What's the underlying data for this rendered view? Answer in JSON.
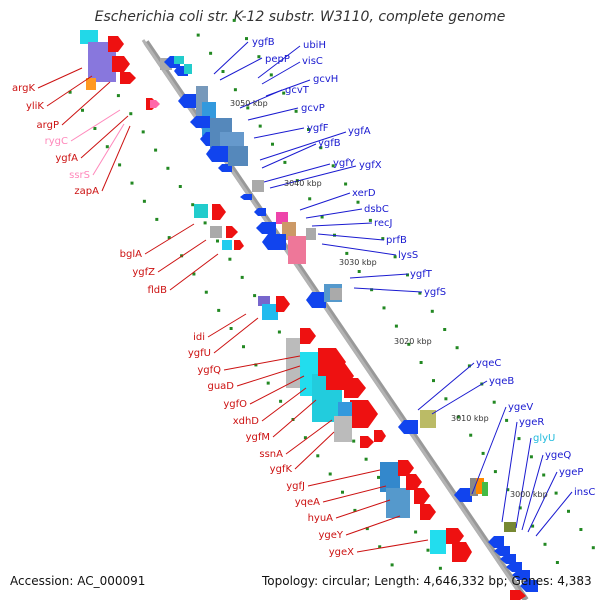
{
  "title": "Escherichia coli str. K-12 substr. W3110, complete genome",
  "accession": "Accession: AC_000091",
  "summary": "Topology: circular; Length: 4,646,332 bp; Genes: 4,383",
  "kbp_labels": [
    "3050 kbp",
    "3040 kbp",
    "3030 kbp",
    "3020 kbp",
    "3010 kbp",
    "3000 kbp"
  ],
  "colors": {
    "forward_label": "#1a1ad0",
    "reverse_label": "#cc1111",
    "rna_label": "#ff88bb",
    "trna_label": "#22bbdd"
  },
  "right_labels": [
    {
      "text": "ygfB",
      "color": "blue"
    },
    {
      "text": "pepP",
      "color": "blue"
    },
    {
      "text": "ubiH",
      "color": "blue"
    },
    {
      "text": "visC",
      "color": "blue"
    },
    {
      "text": "gcvH",
      "color": "blue"
    },
    {
      "text": "gcvT",
      "color": "blue"
    },
    {
      "text": "gcvP",
      "color": "blue"
    },
    {
      "text": "ygfF",
      "color": "blue"
    },
    {
      "text": "ygfA",
      "color": "blue"
    },
    {
      "text": "ygfB",
      "color": "blue"
    },
    {
      "text": "ygfY",
      "color": "blue"
    },
    {
      "text": "ygfX",
      "color": "blue"
    },
    {
      "text": "xerD",
      "color": "blue"
    },
    {
      "text": "dsbC",
      "color": "blue"
    },
    {
      "text": "recJ",
      "color": "blue"
    },
    {
      "text": "prfB",
      "color": "blue"
    },
    {
      "text": "lysS",
      "color": "blue"
    },
    {
      "text": "ygfT",
      "color": "blue"
    },
    {
      "text": "ygfS",
      "color": "blue"
    },
    {
      "text": "yqeC",
      "color": "blue"
    },
    {
      "text": "yqeB",
      "color": "blue"
    },
    {
      "text": "ygeV",
      "color": "blue"
    },
    {
      "text": "ygeR",
      "color": "blue"
    },
    {
      "text": "glyU",
      "color": "cyan"
    },
    {
      "text": "ygeQ",
      "color": "blue"
    },
    {
      "text": "ygeP",
      "color": "blue"
    },
    {
      "text": "insC",
      "color": "blue"
    }
  ],
  "left_labels": [
    {
      "text": "argK",
      "color": "red"
    },
    {
      "text": "yliK",
      "color": "red"
    },
    {
      "text": "argP",
      "color": "red"
    },
    {
      "text": "rygC",
      "color": "pink"
    },
    {
      "text": "ygfA",
      "color": "red"
    },
    {
      "text": "ssrS",
      "color": "pink"
    },
    {
      "text": "zapA",
      "color": "red"
    },
    {
      "text": "bglA",
      "color": "red"
    },
    {
      "text": "ygfZ",
      "color": "red"
    },
    {
      "text": "fldB",
      "color": "red"
    },
    {
      "text": "idi",
      "color": "red"
    },
    {
      "text": "ygfU",
      "color": "red"
    },
    {
      "text": "ygfQ",
      "color": "red"
    },
    {
      "text": "guaD",
      "color": "red"
    },
    {
      "text": "ygfO",
      "color": "red"
    },
    {
      "text": "xdhD",
      "color": "red"
    },
    {
      "text": "ygfM",
      "color": "red"
    },
    {
      "text": "ssnA",
      "color": "red"
    },
    {
      "text": "ygfK",
      "color": "red"
    },
    {
      "text": "ygfJ",
      "color": "red"
    },
    {
      "text": "yqeA",
      "color": "red"
    },
    {
      "text": "hyuA",
      "color": "red"
    },
    {
      "text": "ygeY",
      "color": "red"
    },
    {
      "text": "ygeX",
      "color": "red"
    }
  ]
}
